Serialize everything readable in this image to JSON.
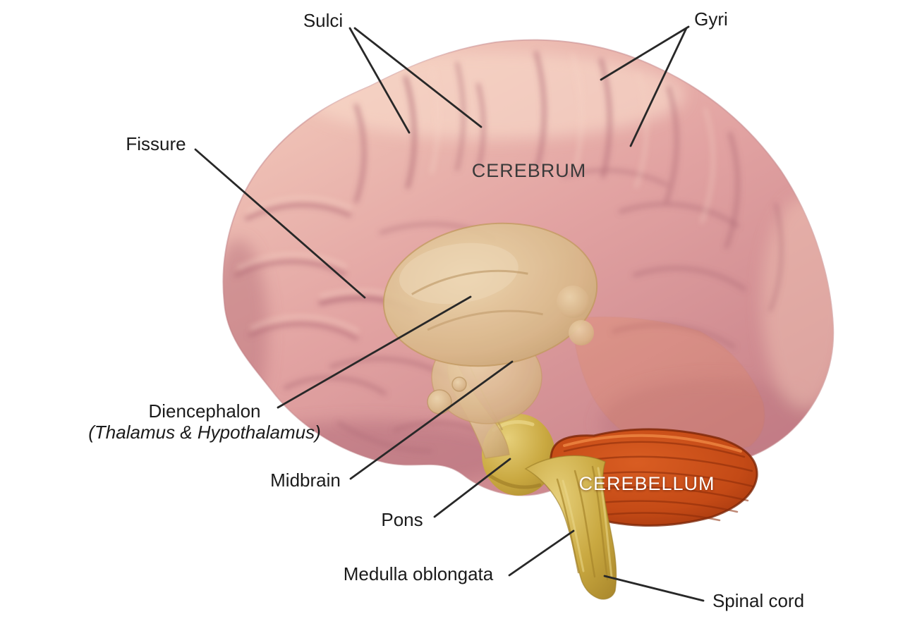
{
  "diagram": {
    "subject": "human-brain-lateral-view",
    "labels": {
      "sulci": "Sulci",
      "gyri": "Gyri",
      "fissure": "Fissure",
      "cerebrum": "CEREBRUM",
      "diencephalon_line1": "Diencephalon",
      "diencephalon_line2": "(Thalamus & Hypothalamus)",
      "midbrain": "Midbrain",
      "pons": "Pons",
      "cerebellum": "CEREBELLUM",
      "medulla": "Medulla oblongata",
      "spinal_cord": "Spinal cord"
    }
  },
  "colors": {
    "background": "#ffffff",
    "cerebrum_light": "#f3cabb",
    "cerebrum_mid": "#e2a3a2",
    "cerebrum_dark": "#c57e87",
    "sulcus": "#b06b77",
    "diencephalon": "#d9b88a",
    "diencephalon_light": "#ecd7ae",
    "diencephalon_edge": "#c19a5c",
    "brainstem_light": "#e6cf7a",
    "brainstem_mid": "#c9a840",
    "brainstem_dark": "#a8862b",
    "cerebellum_light": "#e06b2e",
    "cerebellum_mid": "#c44a16",
    "cerebellum_dark": "#8a2b09",
    "leader_line": "#282828",
    "label_text": "#1b1b1b",
    "cerebrum_label": "#3a3a3a",
    "cerebellum_label": "#ffffff"
  }
}
